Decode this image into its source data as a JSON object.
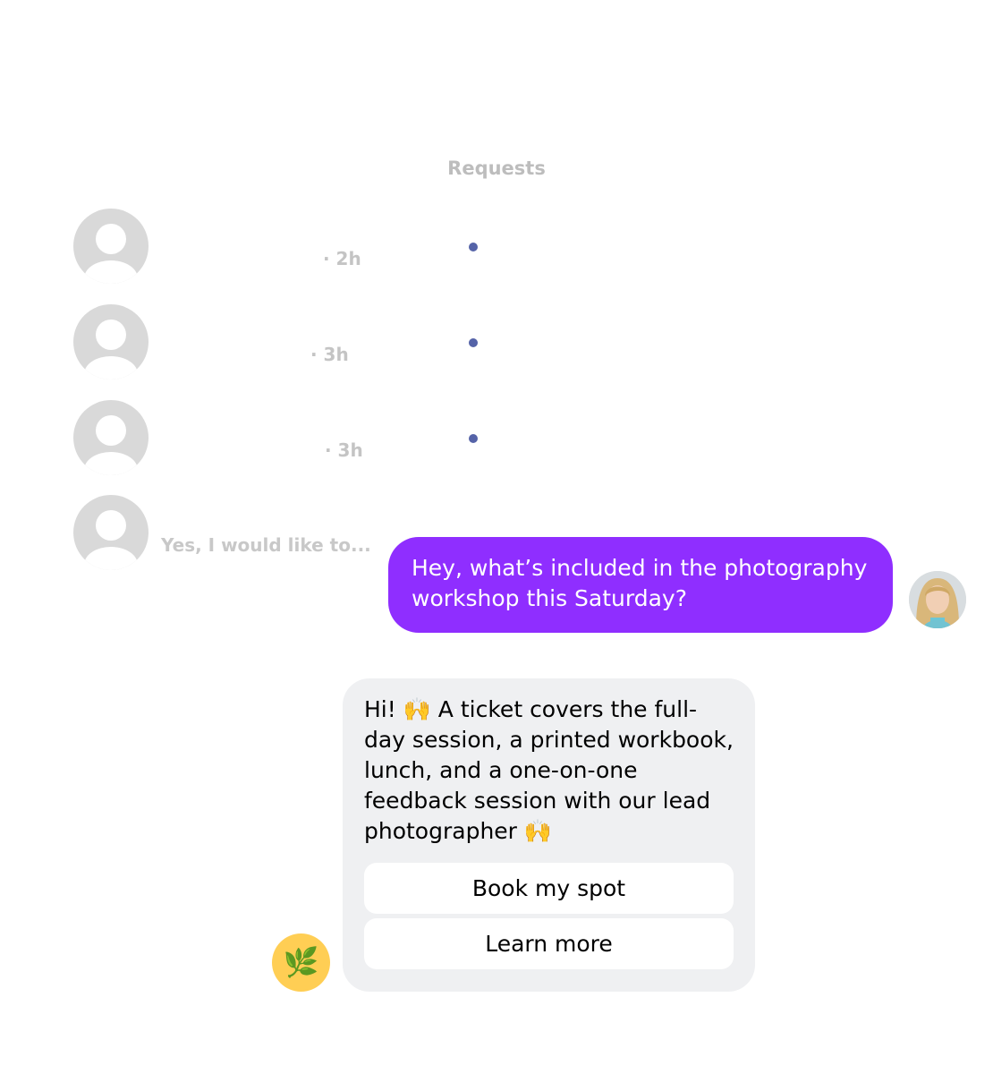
{
  "header": {
    "title": "Requests"
  },
  "requests": [
    {
      "time": "· 2h",
      "preview": ""
    },
    {
      "time": "· 3h",
      "preview": ""
    },
    {
      "time": "· 3h",
      "preview": ""
    },
    {
      "time": "",
      "preview": "Yes, I would like to..."
    }
  ],
  "conversation": {
    "outgoing": {
      "text": "Hey, what’s included in the photography workshop this Saturday?"
    },
    "incoming": {
      "text_parts": [
        "Hi! ",
        "🙌",
        " A ticket covers the full-day session, a printed workbook, lunch, and a one-on-one feedback session with our lead photographer ",
        "🙌"
      ]
    },
    "quick_replies": [
      {
        "label": "Book my spot"
      },
      {
        "label": "Learn more"
      }
    ],
    "bot_avatar_icon": "🌿"
  },
  "colors": {
    "outgoing_bubble": "#8f2eff",
    "incoming_bubble": "#eff0f2",
    "unread_dot": "#5563a8",
    "bot_avatar_bg": "#ffce54"
  }
}
